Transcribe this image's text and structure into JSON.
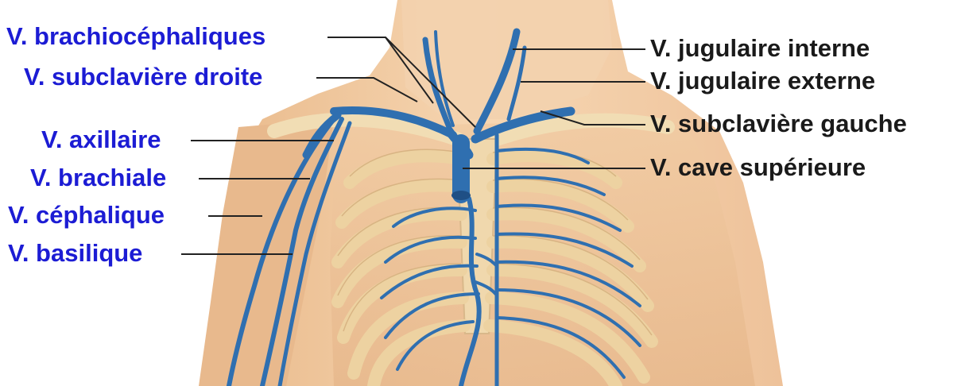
{
  "colors": {
    "left_label": "#1c1cd4",
    "right_label": "#1a1a1a",
    "skin": "#f2cfa6",
    "bone": "#efd6a4",
    "vein": "#2f6fb0",
    "leader_line": "#222222"
  },
  "labels_left": [
    {
      "key": "brachiocephaliques",
      "text": "V. brachiocéphaliques"
    },
    {
      "key": "subclaviere_droite",
      "text": "V. subclavière droite"
    },
    {
      "key": "axillaire",
      "text": "V. axillaire"
    },
    {
      "key": "brachiale",
      "text": "V. brachiale"
    },
    {
      "key": "cephalique",
      "text": "V. céphalique"
    },
    {
      "key": "basilique",
      "text": "V. basilique"
    }
  ],
  "labels_right": [
    {
      "key": "jugulaire_interne",
      "text": "V. jugulaire interne"
    },
    {
      "key": "jugulaire_externe",
      "text": "V. jugulaire externe"
    },
    {
      "key": "subclaviere_gauche",
      "text": "V. subclavière gauche"
    },
    {
      "key": "cave_superieure",
      "text": "V. cave supérieure"
    }
  ]
}
